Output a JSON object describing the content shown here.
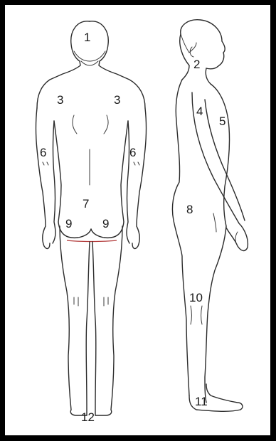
{
  "colors": {
    "frame": "#000000",
    "line": "#2b2b2b",
    "accent": "#b23a3a",
    "background": "#ffffff"
  },
  "labels": {
    "back_head": "1",
    "side_neck": "2",
    "back_shoulder_left": "3",
    "back_shoulder_right": "3",
    "side_chest": "4",
    "side_front": "5",
    "back_elbow_left": "6",
    "back_elbow_right": "6",
    "back_lower": "7",
    "side_hip": "8",
    "back_buttock_left": "9",
    "back_buttock_right": "9",
    "side_knee": "10",
    "side_ankle": "11",
    "back_feet": "12"
  }
}
